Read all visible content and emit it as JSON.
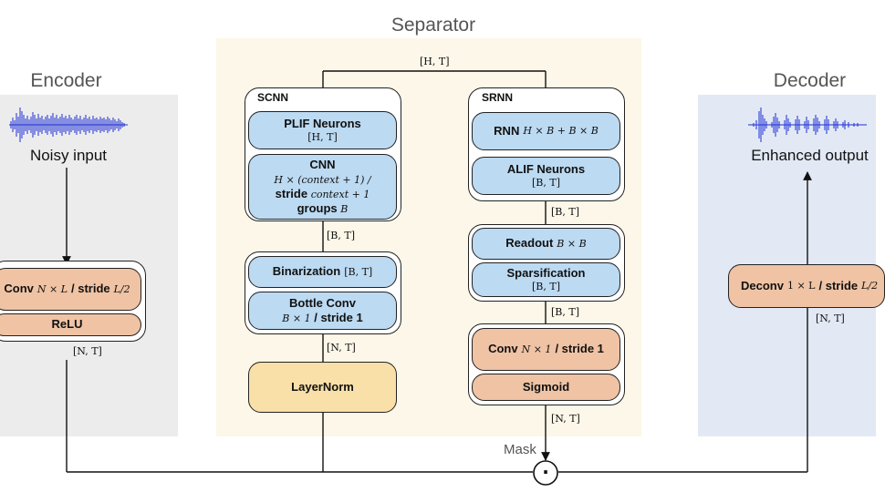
{
  "sections": {
    "encoder": "Encoder",
    "separator": "Separator",
    "decoder": "Decoder"
  },
  "encoder": {
    "input_label": "Noisy input",
    "conv_label": "Conv",
    "conv_math": "N × L",
    "conv_stride": "/ stride",
    "conv_stride_math": "L/2",
    "relu_label": "ReLU",
    "out_dim": "[N, T]"
  },
  "separator": {
    "top_dim": "[H, T]",
    "scnn": {
      "label": "SCNN",
      "plif_label": "PLIF Neurons",
      "plif_dim": "[H, T]",
      "cnn_label": "CNN",
      "cnn_line2": "H × (context + 1) /",
      "cnn_line3a": "stride",
      "cnn_line3b": "context + 1",
      "cnn_line4a": "groups",
      "cnn_line4b": "B",
      "out_dim": "[B, T]",
      "binarization_label": "Binarization",
      "binarization_dim": "[B, T]",
      "bottle_label": "Bottle Conv",
      "bottle_math": "B × 1",
      "bottle_stride": "/ stride 1",
      "out_dim2": "[N, T]",
      "layernorm_label": "LayerNorm"
    },
    "srnn": {
      "label": "SRNN",
      "rnn_label": "RNN",
      "rnn_math": "H × B + B × B",
      "alif_label": "ALIF Neurons",
      "alif_dim": "[B, T]",
      "out_dim": "[B, T]",
      "readout_label": "Readout",
      "readout_math": "B × B",
      "sparsification_label": "Sparsification",
      "sparsification_dim": "[B, T]",
      "out_dim2": "[B, T]",
      "conv_label": "Conv",
      "conv_math": "N × 1",
      "conv_stride": "/ stride 1",
      "sigmoid_label": "Sigmoid",
      "out_dim3": "[N, T]"
    },
    "mask_label": "Mask",
    "multiply_symbol": "·"
  },
  "decoder": {
    "output_label": "Enhanced output",
    "deconv_label": "Deconv",
    "deconv_math": "1 × L",
    "deconv_stride": "/ stride",
    "deconv_stride_math": "L/2",
    "out_dim": "[N, T]"
  },
  "colors": {
    "panel_gray": "#ececec",
    "panel_cream": "#fcf7e8",
    "panel_blue": "#e2e9f4",
    "box_blue": "#bcdaf2",
    "box_orange": "#efc3a4",
    "box_yellow": "#f9dfa8",
    "waveform": "#1f2fd6"
  }
}
